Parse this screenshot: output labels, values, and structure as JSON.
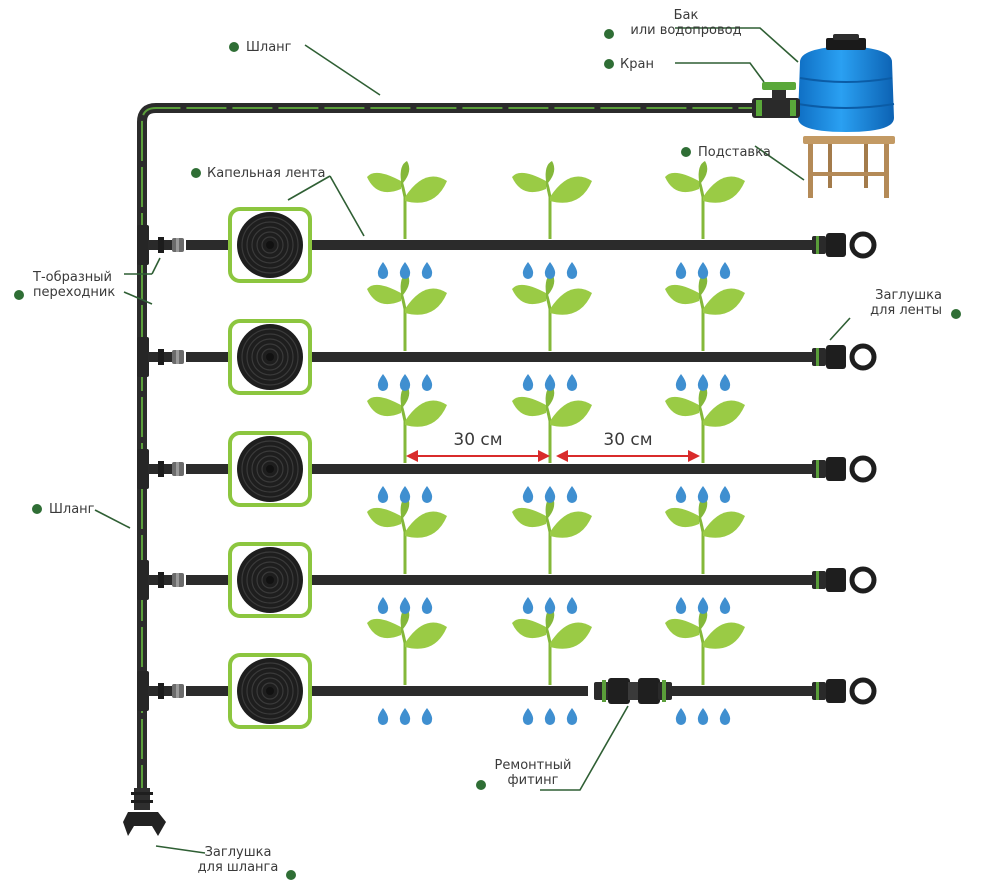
{
  "labels": {
    "hose_top": "Шланг",
    "tank_line1": "Бак",
    "tank_line2": "или водопровод",
    "valve": "Кран",
    "stand": "Подставка",
    "drip_tape": "Капельная лента",
    "tee_line1": "Т-образный",
    "tee_line2": "переходник",
    "tape_plug_line1": "Заглушка",
    "tape_plug_line2": "для ленты",
    "hose_left": "Шланг",
    "repair_line1": "Ремонтный",
    "repair_line2": "фитинг",
    "hose_plug_line1": "Заглушка",
    "hose_plug_line2": "для шланга"
  },
  "spacing": {
    "left": "30 см",
    "right": "30 см"
  },
  "colors": {
    "hose": "#2b2b2b",
    "hose_stripe": "#5a9e3a",
    "leaf": "#9acb45",
    "leaf_dark": "#84b83a",
    "drop": "#3f8fd0",
    "tank": "#1e8fe8",
    "frame": "#8cc63f",
    "arrow": "#d92b2b",
    "dot": "#2f6e35",
    "leader": "#2f5f34",
    "wood": "#b48a57"
  }
}
